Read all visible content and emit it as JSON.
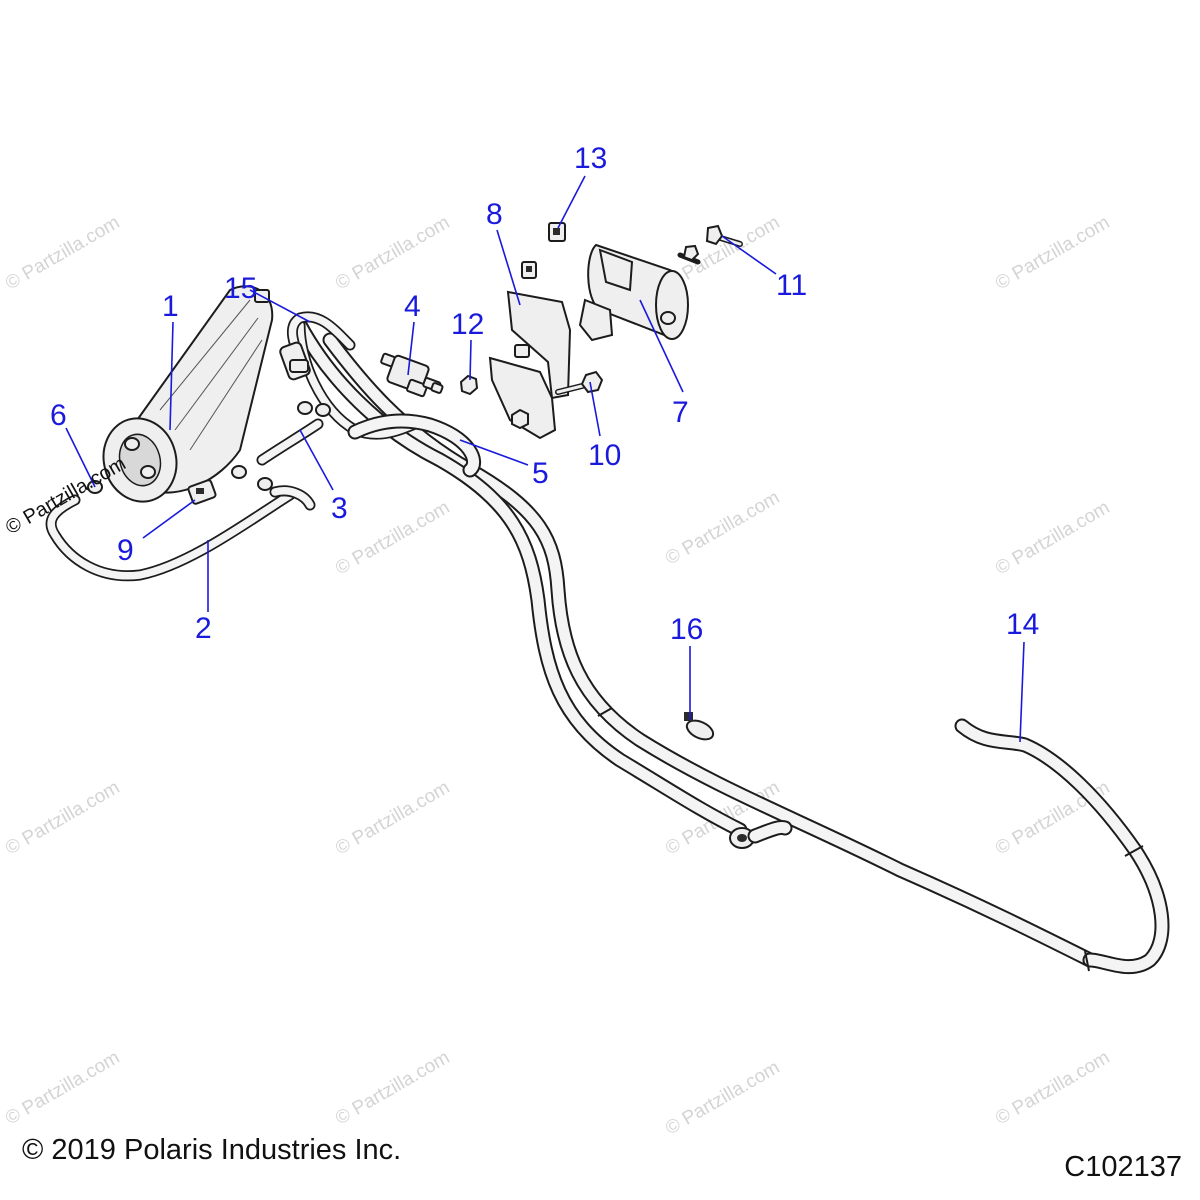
{
  "diagram": {
    "callouts": [
      "1",
      "2",
      "3",
      "4",
      "5",
      "6",
      "7",
      "8",
      "9",
      "10",
      "11",
      "12",
      "13",
      "14",
      "15",
      "16"
    ],
    "accent_color": "#1a1adc",
    "watermark": "© Partzilla.com",
    "copyright": "© 2019 Polaris Industries Inc.",
    "drawing_code": "C102137"
  }
}
